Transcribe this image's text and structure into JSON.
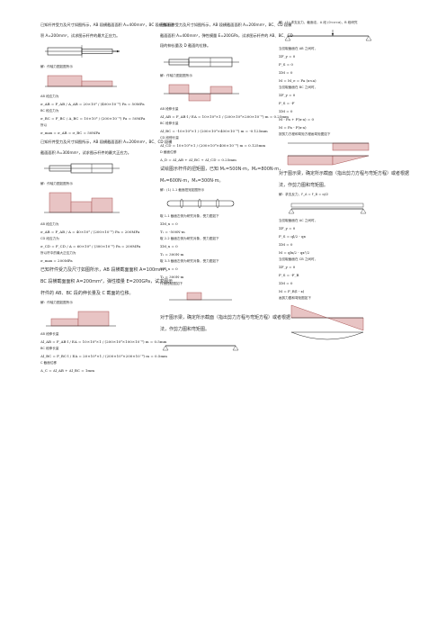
{
  "col1": {
    "prob1_text": "已知杆件受力及尺寸如图所示，AB 段横截面面积 A=400mm²，BC 段横截面面积 A=200mm²，试求图示杆件的最大正应力。",
    "prob1_sol": "解：作轴力图如图所示",
    "prob1_ab": "AB 段应力为",
    "prob1_ab_eq": "σ_AB = F_AB / A_AB = 20×10³ / (400×10⁻⁶) Pa = 50MPa",
    "prob1_bc": "BC 段应力为",
    "prob1_bc_eq": "σ_BC = F_BC / A_BC = 10×10³ / (200×10⁻⁶) Pa = 50MPa",
    "prob1_then": "所以",
    "prob1_max": "σ_max = σ_AB = σ_BC = 50MPa",
    "prob2_text": "已知杆件受力及尺寸如图所示，AB 段横截面面积 A=200mm²，BC、CD 段横截面面积 A=300mm²，试求图示杆件的最大正应力。",
    "prob2_sol": "解：作轴力图如图所示",
    "prob2_ab": "AB 段应力为",
    "prob2_ab_eq": "σ_AB = F_AB / A = 40×10³ / (200×10⁻⁶) Pa = 200MPa",
    "prob2_cd": "CD 段应力为",
    "prob2_cd_eq": "σ_CD = F_CD / A = 60×10³ / (300×10⁻⁶) Pa = 200MPa",
    "prob2_then": "所以杆中的最大正应力为",
    "prob2_max": "σ_max = 200MPa",
    "prob3_text": "已知杆件受力及尺寸如图所示，AB 段横截面面积 A=100mm²，BC 段横截面面积 A=200mm²，弹性模量 E=200GPa，试求图示杆件的 AB、BC 段的伸长量及 C 截面的位移。",
    "prob3_sol": "解：作轴力图如图所示",
    "prob3_l1": "AB 段伸长量",
    "prob3_l1_eq": "Δl_AB = F_AB·l / EA = 10×10³×1 / (200×10⁹×100×10⁻⁶) m = 0.5mm",
    "prob3_l2": "BC 段伸长量",
    "prob3_l2_eq": "Δl_BC = F_BC·l / EA = 20×10³×1 / (200×10⁹×200×10⁻⁶) m = 0.5mm",
    "prob3_l3": "C 截面位移",
    "prob3_l3_eq": "Δ_C = Δl_AB + Δl_BC = 1mm"
  },
  "col2": {
    "prob4_text": "已知杆件受力及尺寸如图所示，AB 段横截面面积 A=200mm²，BC、CD 段横截面面积 A=400mm²，弹性模量 E=200GPa，试求图示杆件的 AB、BC、CD 段的伸长量及 D 截面的位移。",
    "prob4_sol": "解：作轴力图如图所示",
    "prob4_l1": "AB 段伸长量",
    "prob4_l1_eq": "Δl_AB = F_AB·l / EA = 10×10³×1 / (200×10⁹×200×10⁻⁶) m = 0.25mm",
    "prob4_l2": "BC 段伸长量",
    "prob4_l2_eq": "Δl_BC = -10×10³×1 / (200×10⁹×400×10⁻⁶) m = -0.125mm",
    "prob4_l3": "CD 段伸长量",
    "prob4_l3_eq": "Δl_CD = 10×10³×1 / (200×10⁹×400×10⁻⁶) m = 0.125mm",
    "prob4_d": "D 截面位移",
    "prob4_d_eq": "Δ_D = Δl_AB + Δl_BC + Δl_CD = 0.25mm",
    "prob5_text": "试绘图示杆件的扭矩图，已知 M₁=500N·m，M₂=800N·m，M₃=600N·m，M₄=300N·m。",
    "prob5_sol": "解：(1) 1-1 截面扭矩如图所示",
    "prob5_s1": "取 1-1 截面左侧为研究对象，受力图如下",
    "prob5_s1_eq1": "ΣM_x = 0",
    "prob5_s1_eq2": "T₁ = -500N·m",
    "prob5_s2": "取 2-2 截面左侧为研究对象，受力图如下",
    "prob5_s2_eq1": "ΣM_x = 0",
    "prob5_s2_eq2": "T₂ = 300N·m",
    "prob5_s3": "取 3-3 截面左侧为研究对象，受力图如下",
    "prob5_s3_eq1": "ΣM_x = 0",
    "prob5_s3_eq2": "T₃ = 300N·m",
    "prob5_draw": "作出扭矩图如下",
    "prob6_text": "对于图示梁，确定所示截面（指出剪力方程与弯矩方程）或者根据法，作剪力图和弯矩图。"
  },
  "col3": {
    "top_line": "解：(1) 求支反力，截面法，A 段 (0<x<a)，B 段研究",
    "ab_seg": "当仅取截面在 AB 之间时，",
    "ab_eq1": "ΣF_y = 0",
    "ab_eq2": "F_S = 0",
    "ab_eq3": "ΣM = 0",
    "ab_eq4": "M = M_e = Fa (x<a)",
    "bc_seg": "当仅取截面在 BC 之间时，",
    "bc_eq1": "ΣF_y = 0",
    "bc_eq2": "F_S = -F",
    "bc_eq3": "ΣM = 0",
    "bc_eq4": "M - Fa + F(x-a) = 0",
    "bc_eq5": "M = Fa - F(x-a)",
    "bc_draw": "按剪力方程和弯矩方程画弯矩图如下",
    "prob7_text": "对于图示梁，确定所示截面（指出剪力方程与弯矩方程）或者根据法，作剪力图和弯矩图。",
    "p7_sol": "解：求支反力，F_A = F_B = ql/2",
    "p7_ac": "当仅取截面在 AC 之间时，",
    "p7_ac_eq1": "ΣF_y = 0",
    "p7_ac_eq2": "F_S = ql/2 - qx",
    "p7_ac_eq3": "ΣM = 0",
    "p7_ac_eq4": "M = qlx/2 - qx²/2",
    "p7_cb": "当仅取截面在 CB 之间时，",
    "p7_cb_eq1": "ΣF_y = 0",
    "p7_cb_eq2": "F_S = -F_B",
    "p7_cb_eq3": "ΣM = 0",
    "p7_cb_eq4": "M = F_B(l - x)",
    "p7_draw": "画剪力图和弯矩图如下"
  }
}
